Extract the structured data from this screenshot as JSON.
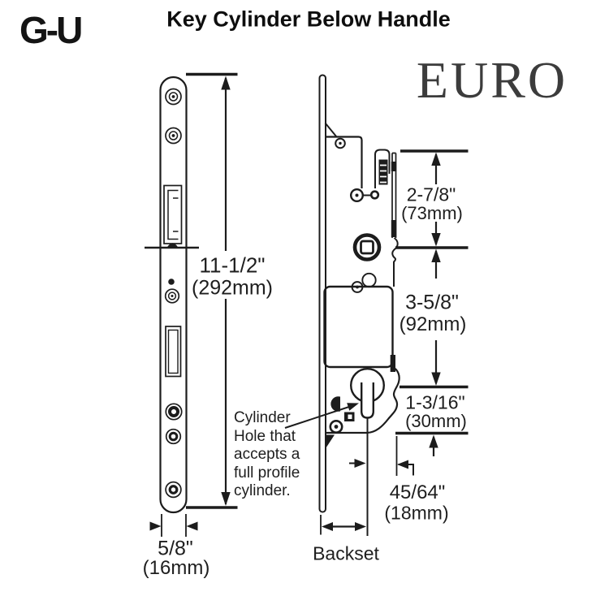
{
  "header": {
    "logo_text": "G-U",
    "title": "Key Cylinder Below Handle",
    "standard_label": "EURO"
  },
  "annotation": {
    "line1": "Cylinder",
    "line2": "Hole that",
    "line3": "accepts a",
    "line4": "full profile",
    "line5": "cylinder."
  },
  "dimensions": {
    "plate_height": {
      "imperial": "11-1/2\"",
      "metric": "(292mm)"
    },
    "plate_width": {
      "imperial": "5/8\"",
      "metric": "(16mm)"
    },
    "top_section": {
      "imperial": "2-7/8\"",
      "metric": "(73mm)"
    },
    "mid_section": {
      "imperial": "3-5/8\"",
      "metric": "(92mm)"
    },
    "cylinder_section": {
      "imperial": "1-3/16\"",
      "metric": "(30mm)"
    },
    "offset": {
      "imperial": "45/64\"",
      "metric": "(18mm)"
    },
    "backset_label": "Backset"
  },
  "colors": {
    "line": "#1c1c1c",
    "text": "#1e1e1e",
    "euro_text": "#3c3c3c"
  }
}
